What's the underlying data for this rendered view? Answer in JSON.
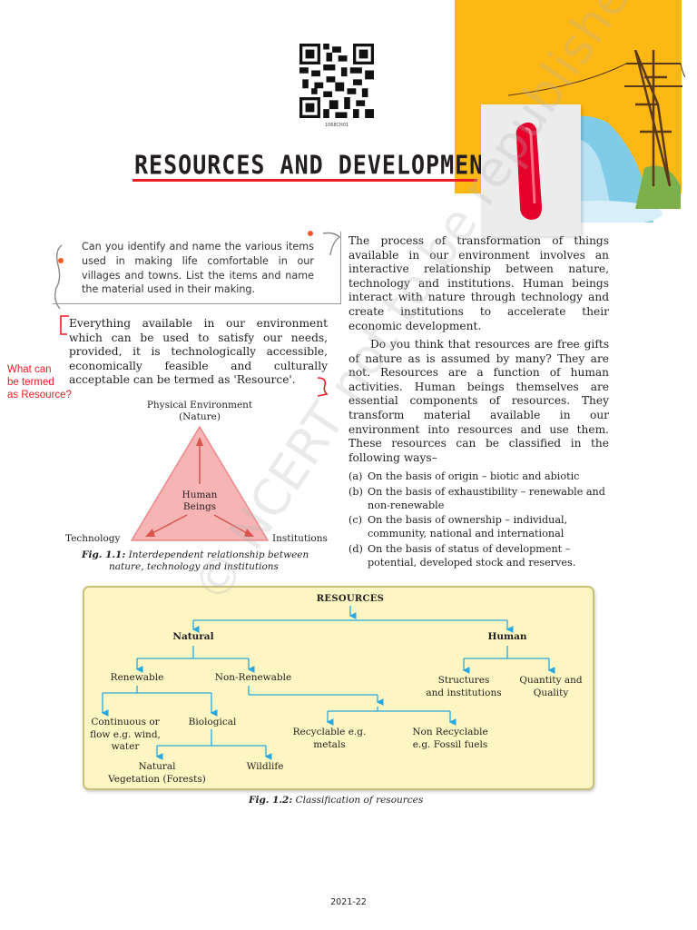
{
  "header": {
    "qr_code_label": "1068CH01",
    "title": "RESOURCES AND DEVELOPMENT",
    "chapter_number": "1",
    "accent_color": "#fdb813",
    "rule_color": "#ed1c24"
  },
  "think_box": {
    "text": "Can you identify and name the various items used in making life comfortable in our villages and towns. List the items and name the material used in their making."
  },
  "lead_paragraph": "Everything available in our environment which can be used to satisfy our needs, provided, it is technologically accessible, economically feasible and culturally acceptable can be termed as 'Resource'.",
  "annotation": {
    "line1": "What can",
    "line2": "be termed",
    "line3": "as Resource?",
    "color": "#ed1c24"
  },
  "triangle_figure": {
    "top_label_line1": "Physical Environment",
    "top_label_line2": "(Nature)",
    "center_label_line1": "Human",
    "center_label_line2": "Beings",
    "left_label": "Technology",
    "right_label": "Institutions",
    "caption_number": "Fig. 1.1:",
    "caption_text_line1": "Interdependent relationship between",
    "caption_text_line2": "nature, technology and institutions"
  },
  "right_column": {
    "paragraph1": "The process of transformation of things available in our environment involves an interactive relationship between nature, technology and institutions. Human beings interact with nature through technology and create institutions to accelerate their economic development.",
    "paragraph2": "Do you think that resources are free gifts of nature as is assumed by many? They are not. Resources are a function of human activities. Human beings themselves are essential components of resources. They transform material available in our environment into resources and use them. These resources can be classified in the following ways–",
    "ways": [
      {
        "marker": "(a)",
        "text": "On the basis of origin – biotic and abiotic"
      },
      {
        "marker": "(b)",
        "text": "On the basis of exhaustibility – renewable and non-renewable"
      },
      {
        "marker": "(c)",
        "text": "On the basis of ownership – individual, community, national and international"
      },
      {
        "marker": "(d)",
        "text": "On the basis of status of development – potential, developed stock and reserves."
      }
    ]
  },
  "classification": {
    "root": "RESOURCES",
    "natural": "Natural",
    "human": "Human",
    "renewable": "Renewable",
    "non_renewable": "Non-Renewable",
    "continuous_line1": "Continuous or",
    "continuous_line2": "flow e.g. wind,",
    "continuous_line3": "water",
    "biological": "Biological",
    "recyclable_line1": "Recyclable e.g.",
    "recyclable_line2": "metals",
    "non_recyclable_line1": "Non Recyclable",
    "non_recyclable_line2": "e.g. Fossil fuels",
    "natural_vegetation_line1": "Natural",
    "natural_vegetation_line2": "Vegetation (Forests)",
    "wildlife": "Wildlife",
    "structures_line1": "Structures",
    "structures_line2": "and institutions",
    "quantity_line1": "Quantity and",
    "quantity_line2": "Quality",
    "caption_number": "Fig. 1.2:",
    "caption_text": "Classification of resources",
    "arrow_color": "#29a8e0"
  },
  "watermark": "© NCERT not to be republished",
  "footer": {
    "year": "2021-22"
  }
}
